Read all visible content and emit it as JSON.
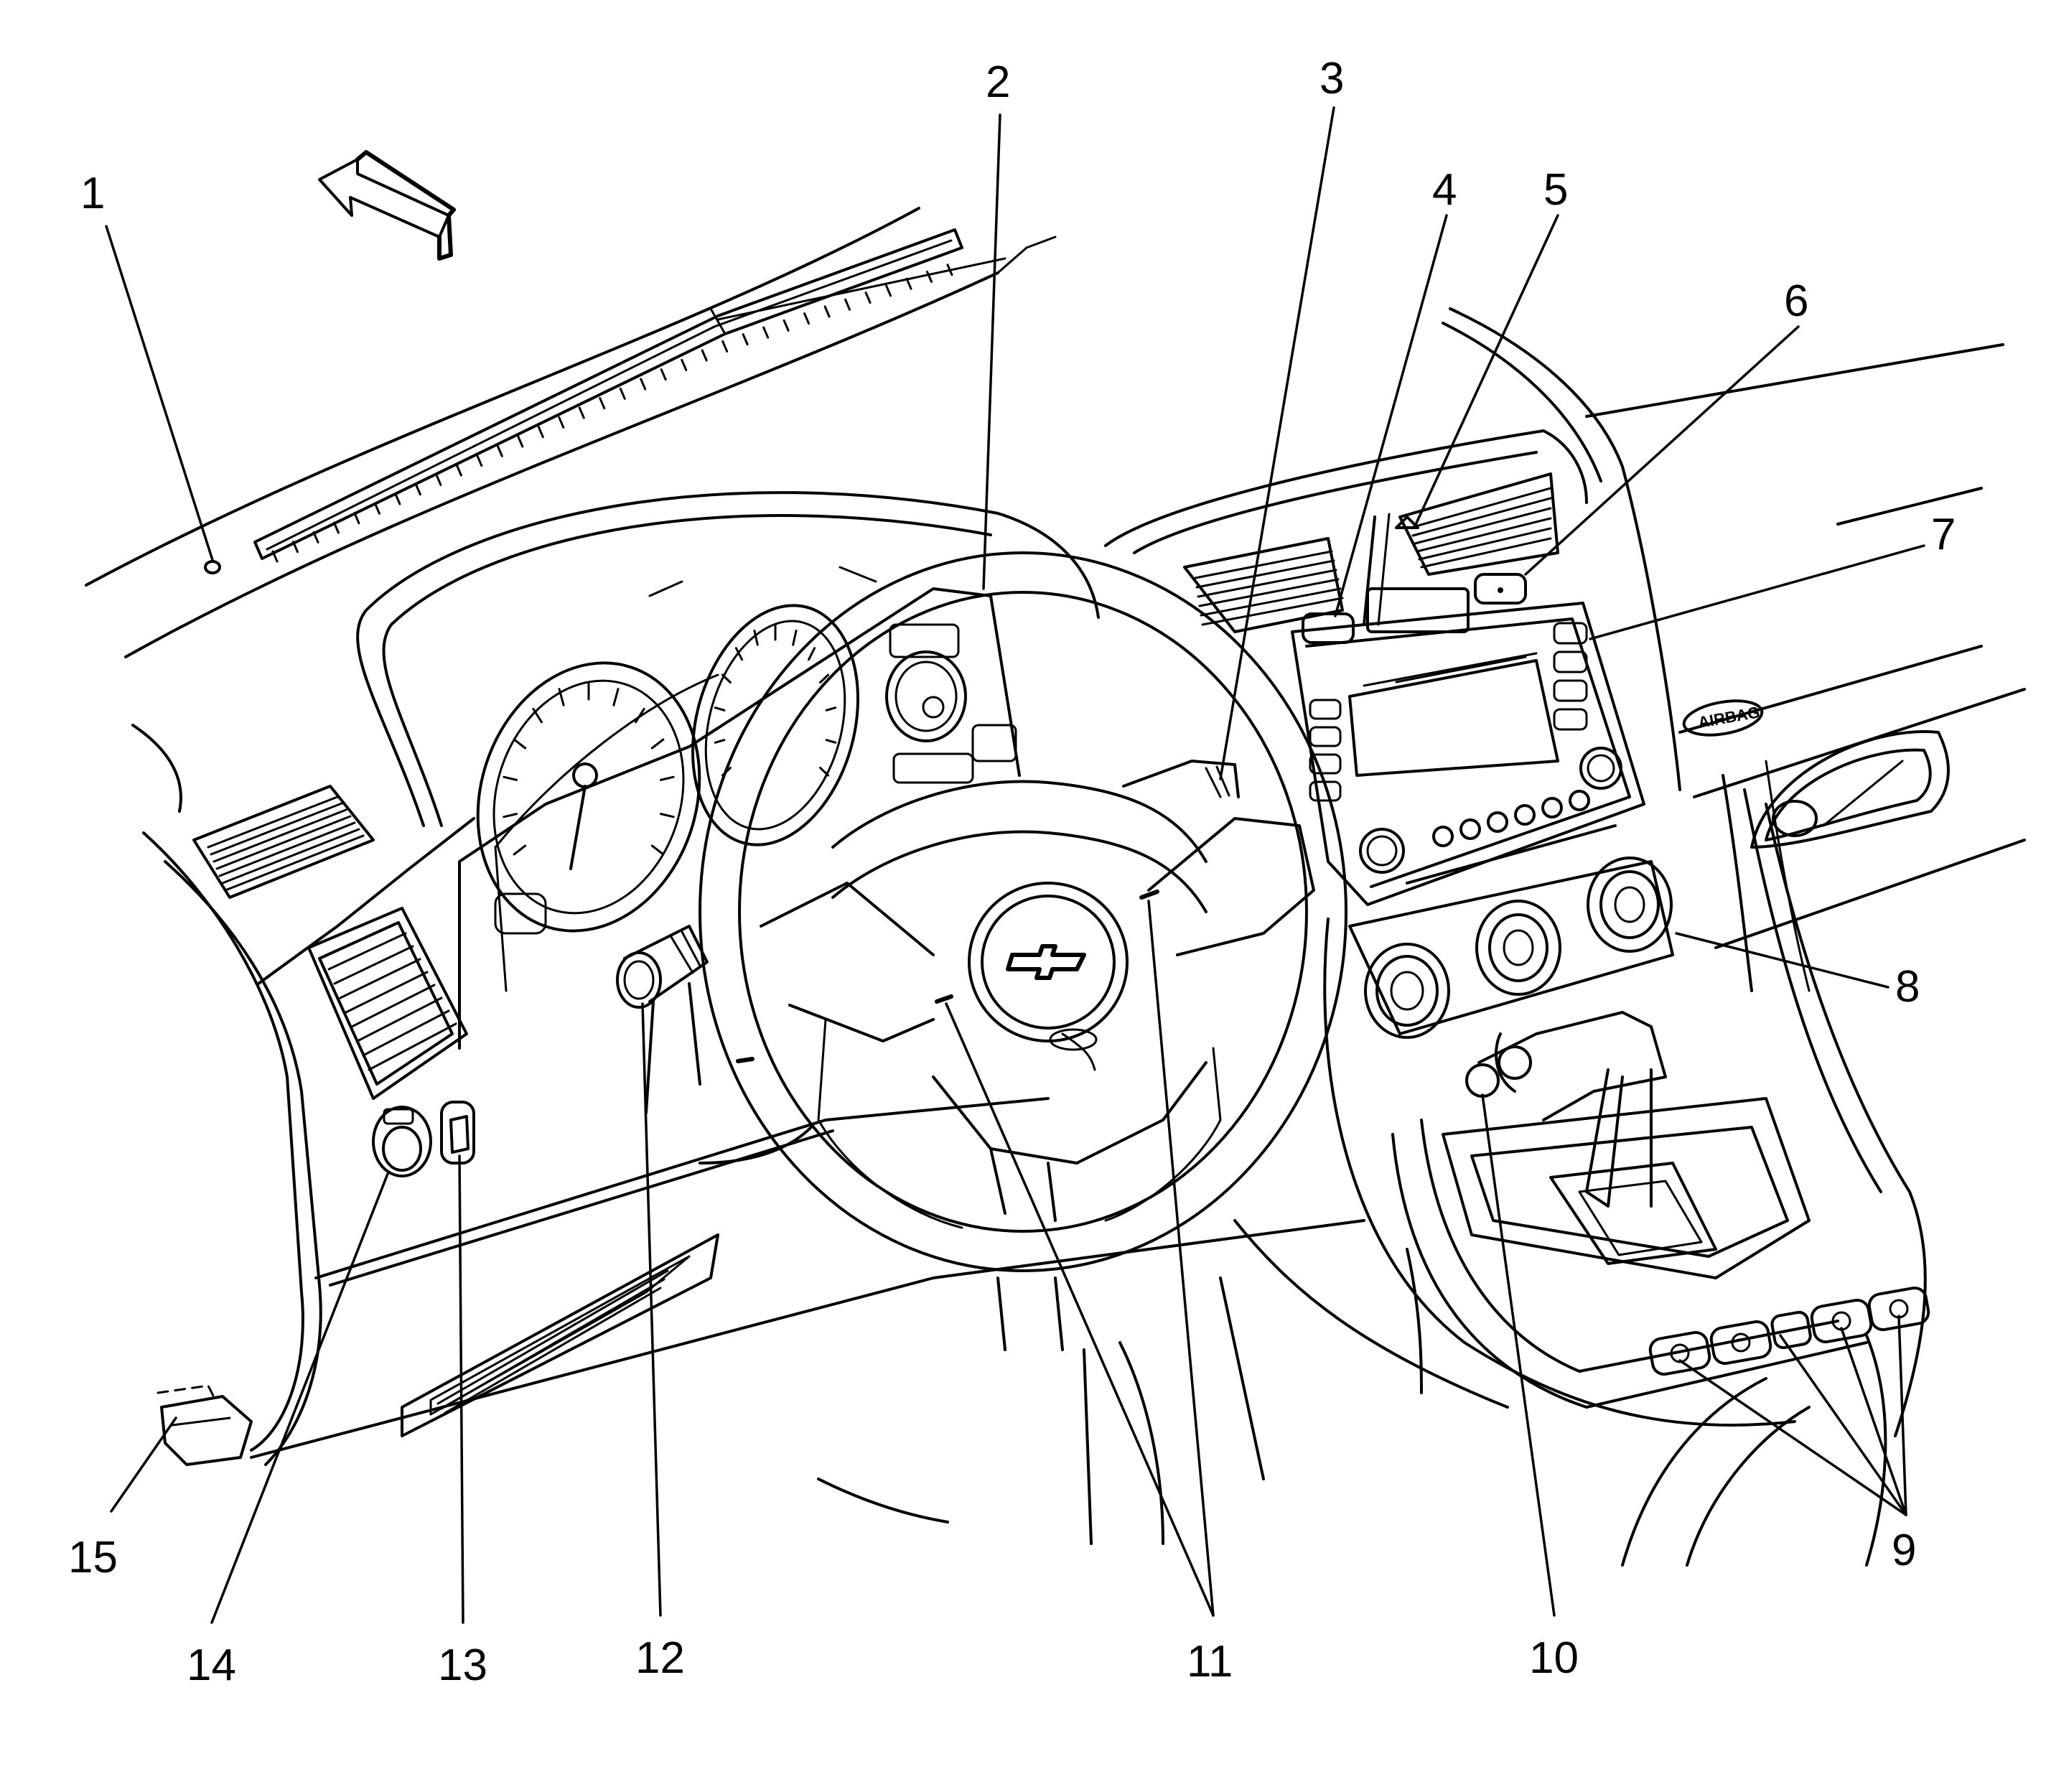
{
  "callouts": [
    {
      "id": "1",
      "label": "1"
    },
    {
      "id": "2",
      "label": "2"
    },
    {
      "id": "3",
      "label": "3"
    },
    {
      "id": "4",
      "label": "4"
    },
    {
      "id": "5",
      "label": "5"
    },
    {
      "id": "6",
      "label": "6"
    },
    {
      "id": "7",
      "label": "7"
    },
    {
      "id": "8",
      "label": "8"
    },
    {
      "id": "9",
      "label": "9"
    },
    {
      "id": "10",
      "label": "10"
    },
    {
      "id": "11",
      "label": "11"
    },
    {
      "id": "12",
      "label": "12"
    },
    {
      "id": "13",
      "label": "13"
    },
    {
      "id": "14",
      "label": "14"
    },
    {
      "id": "15",
      "label": "15"
    }
  ],
  "dash_emblem": {
    "text": "AIRBAG"
  },
  "icons": {
    "direction_arrow": "arrow-icon",
    "brand_logo": "bowtie-icon"
  }
}
